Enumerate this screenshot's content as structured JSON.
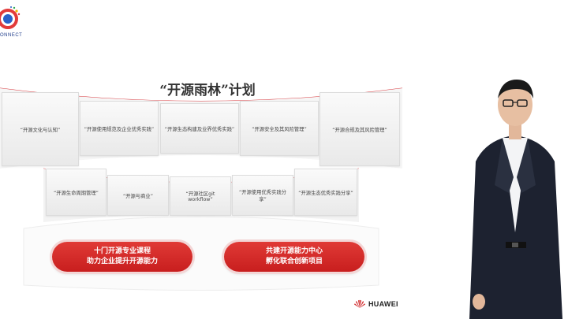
{
  "brand": {
    "logo_text": "ONNECT",
    "footer_logo_text": "HUAWEI"
  },
  "slide": {
    "title": "“开源雨林”计划",
    "top_row": [
      "“开源文化与认知”",
      "“开源使用规范及企业优秀实践”",
      "“开源生态构建及业界优秀实践”",
      "“开源安全及其风险管理”",
      "“开源合规及其风险管理”"
    ],
    "bottom_row": [
      "“开源生命周期管理”",
      "“开源与商业”",
      "“开源社区git workflow”",
      "“开源使用优秀实践分享”",
      "“开源生态优秀实践分享”"
    ],
    "pill_left": {
      "line1": "十门开源专业课程",
      "line2": "助力企业提升开源能力"
    },
    "pill_right": {
      "line1": "共建开源能力中心",
      "line2": "孵化联合创新项目"
    }
  },
  "colors": {
    "accent_red": "#d0282a",
    "card_bg": "#efefef",
    "suit": "#1d2230"
  },
  "icons": [
    "connect-logo-icon",
    "huawei-logo-icon",
    "presenter-image"
  ]
}
